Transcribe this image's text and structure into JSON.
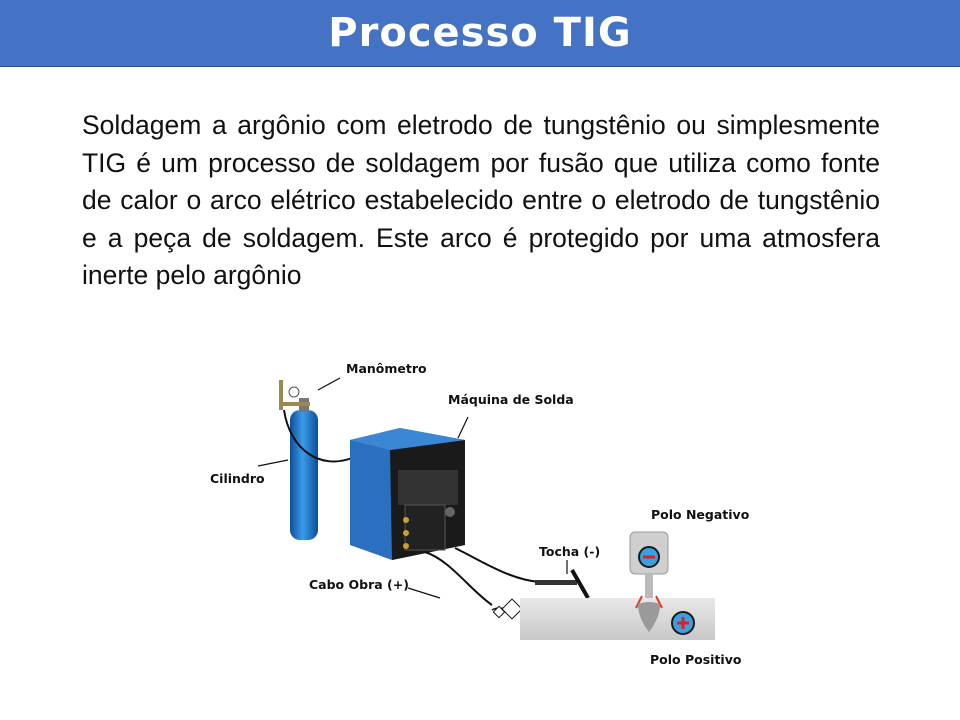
{
  "slide": {
    "title": "Processo TIG",
    "paragraph": "Soldagem a argônio com eletrodo de tungstênio ou simplesmente TIG é um processo de soldagem por fusão que utiliza como fonte de calor o arco elétrico estabelecido entre o eletrodo de tungstênio e a peça de soldagem. Este arco é protegido por uma atmosfera inerte pelo argônio"
  },
  "diagram": {
    "labels": {
      "manometer": "Manômetro",
      "machine": "Máquina de Solda",
      "cylinder": "Cilindro",
      "negative_pole": "Polo Negativo",
      "torch": "Tocha (-)",
      "work_cable": "Cabo Obra (+)",
      "positive_pole": "Polo Positivo"
    }
  },
  "colors": {
    "title_bar": "#4472C4",
    "machine_blue": "#2A6FC0",
    "cylinder_blue": "#1E7BD0"
  }
}
